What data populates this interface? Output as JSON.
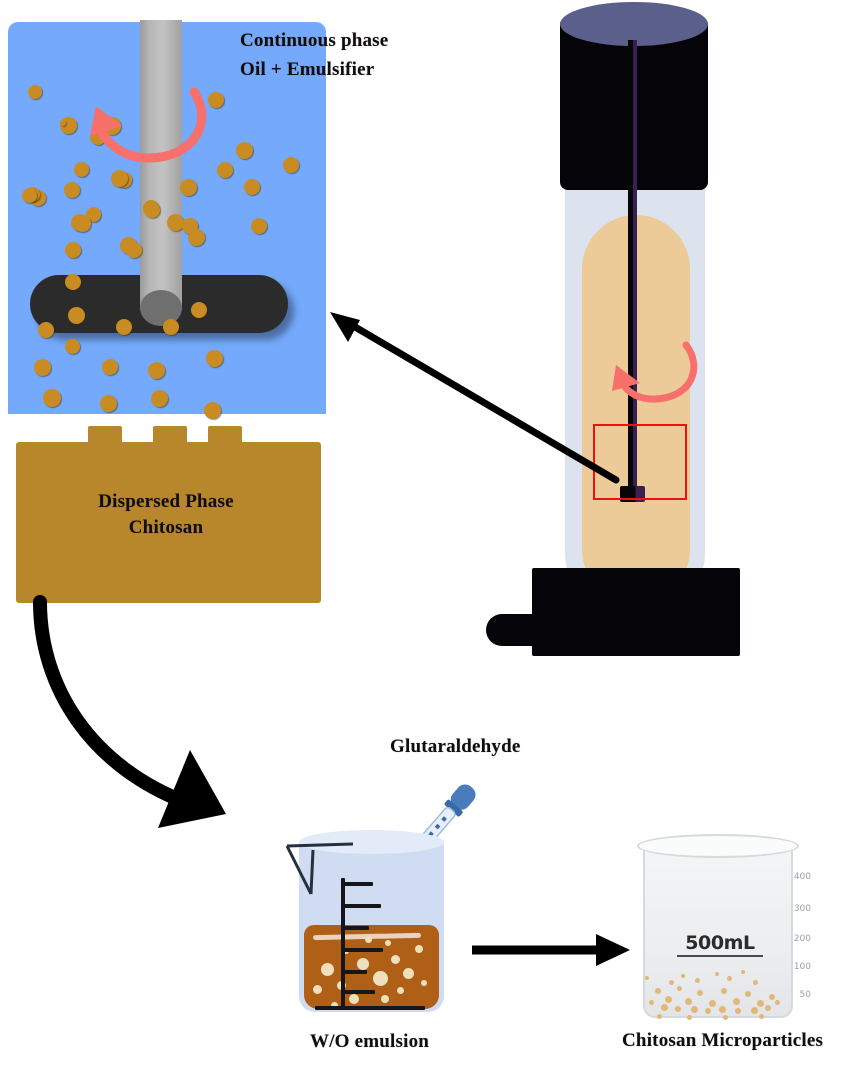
{
  "figure": {
    "title": "Chitosan microparticle preparation by water-in-oil emulsification and glutaraldehyde crosslinking",
    "colors": {
      "continuous_phase_blue": "#74a9fb",
      "dispersed_phase_gold": "#b8862b",
      "particle_gold": "#c98c22",
      "rotation_arrow_red": "#f8706b",
      "highlight_box_red": "#ee1111",
      "vessel_glass": "#dde3ee",
      "vessel_liquid_tan": "#eccb98",
      "motor_black": "#050509",
      "motor_cap_top": "#5a5f8c",
      "stirrer_shaft_purple": "#3a1f52",
      "emulsion_brown": "#b05f16",
      "emulsion_droplet_cream": "#efe0bd",
      "beaker_glass_blue": "#cfdcf2",
      "product_glass_gray": "#eceef0",
      "microparticle_tan": "#e0b878",
      "dropper_blue": "#4a7bbd",
      "arrow_black": "#000000"
    },
    "magnified_view": {
      "continuous_phase_line1": "Continuous phase",
      "continuous_phase_line2": "Oil + Emulsifier",
      "dispersed_phase_line1": "Dispersed Phase",
      "dispersed_phase_line2": "Chitosan",
      "rotation_direction": "counter-clockwise"
    },
    "homogenizer": {
      "rotation_direction": "counter-clockwise",
      "highlight_label": "stir-bar-region"
    },
    "bottom_row": {
      "reagent_label": "Glutaraldehyde",
      "emulsion_label": "W/O emulsion",
      "product_label": "Chitosan Microparticles",
      "product_volume": "500mL",
      "product_ticks": [
        "400",
        "300",
        "200",
        "100",
        "50"
      ]
    }
  }
}
